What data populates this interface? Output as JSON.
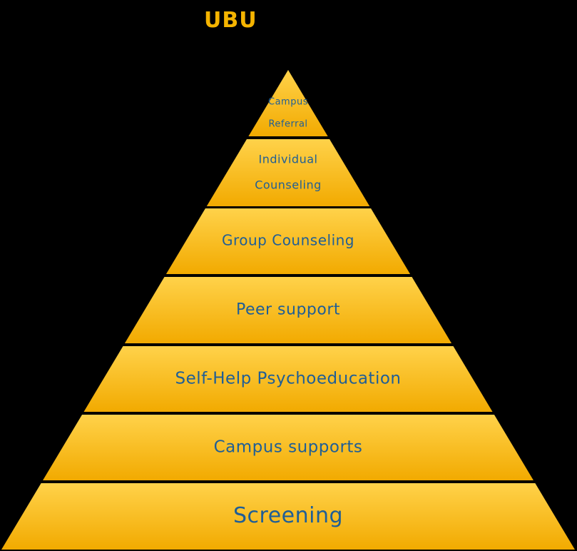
{
  "title": "UBU",
  "colors": {
    "background": "#000000",
    "title": "#F5B400",
    "tier_fill_light": "#FFD24A",
    "tier_fill_dark": "#F2AA00",
    "tier_text": "#1F5E96"
  },
  "tiers": [
    {
      "lines": [
        "Campus",
        "Referral"
      ]
    },
    {
      "lines": [
        "Individual",
        "Counseling"
      ]
    },
    {
      "lines": [
        "Group Counseling"
      ]
    },
    {
      "lines": [
        "Peer support"
      ]
    },
    {
      "lines": [
        "Self-Help Psychoeducation"
      ]
    },
    {
      "lines": [
        "Campus supports"
      ]
    },
    {
      "lines": [
        "Screening"
      ]
    }
  ]
}
